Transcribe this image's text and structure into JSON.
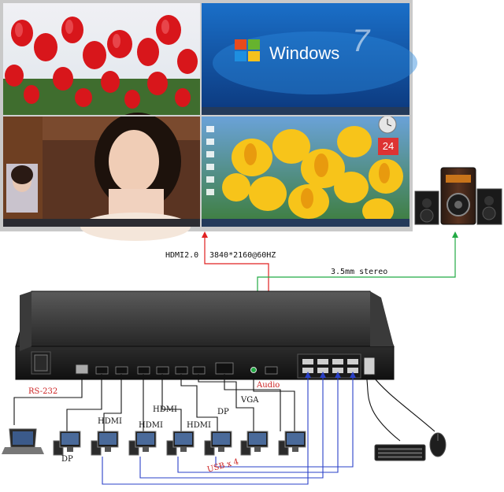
{
  "monitor": {
    "windows_text": "Windows",
    "windows_version": "7",
    "calendar_day": "24"
  },
  "labels": {
    "hdmi_out": "HDMI2.0",
    "resolution": "3840*2160@60HZ",
    "audio_out": "3.5mm stereo",
    "rs232": "RS-232",
    "audio_port": "Audio",
    "usb": "USB x 4"
  },
  "inputs": [
    {
      "label": "DP"
    },
    {
      "label": "HDMI"
    },
    {
      "label": "HDMI"
    },
    {
      "label": "HDMI"
    },
    {
      "label": "HDMI"
    },
    {
      "label": "DP"
    },
    {
      "label": "VGA"
    }
  ],
  "colors": {
    "hdmi_line": "#e02020",
    "audio_line": "#22aa44",
    "cable_line": "#111111",
    "usb_line": "#2a40c8"
  }
}
